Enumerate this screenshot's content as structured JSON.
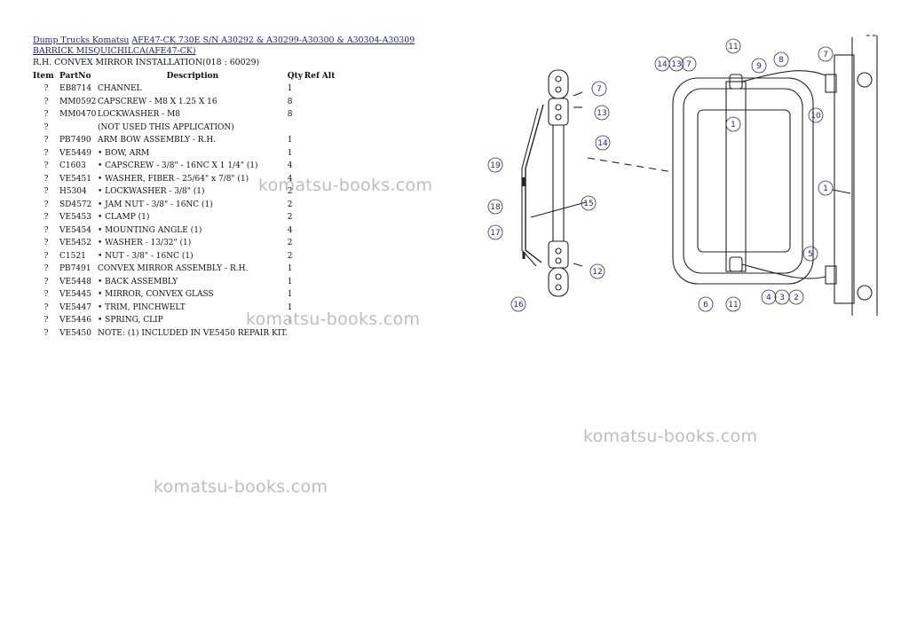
{
  "breadcrumb": {
    "root_link": "Dump Trucks Komatsu",
    "model_link": "AFE47-CK 730E S/N A30292 & A30299-A30300 & A30304-A30309 BARRICK MISQUICHILCA(AFE47-CK)"
  },
  "subtitle": "R.H. CONVEX MIRROR INSTALLATION(018 : 60029)",
  "table": {
    "headers": {
      "item": "Item",
      "part": "PartNo",
      "desc": "Description",
      "qty": "Qty",
      "ref": "Ref",
      "alt": "Alt"
    },
    "rows": [
      {
        "item": "?",
        "part": "EB8714",
        "desc": "CHANNEL",
        "qty": "1"
      },
      {
        "item": "?",
        "part": "MM0592",
        "desc": "CAPSCREW - M8 X 1.25 X 16",
        "qty": "8"
      },
      {
        "item": "?",
        "part": "MM0470",
        "desc": "LOCKWASHER - M8",
        "qty": "8"
      },
      {
        "item": "?",
        "part": "",
        "desc": "(NOT USED THIS APPLICATION)",
        "qty": ""
      },
      {
        "item": "?",
        "part": "PB7490",
        "desc": "ARM BOW ASSEMBLY - R.H.",
        "qty": "1"
      },
      {
        "item": "?",
        "part": "VE5449",
        "desc": "• BOW, ARM",
        "qty": "1"
      },
      {
        "item": "?",
        "part": "C1603",
        "desc": "• CAPSCREW - 3/8\" - 16NC X 1 1/4\" (1)",
        "qty": "4"
      },
      {
        "item": "?",
        "part": "VE5451",
        "desc": "• WASHER, FIBER - 25/64\" x 7/8\" (1)",
        "qty": "4"
      },
      {
        "item": "?",
        "part": "H5304",
        "desc": "• LOCKWASHER - 3/8\" (1)",
        "qty": "2"
      },
      {
        "item": "?",
        "part": "SD4572",
        "desc": "• JAM NUT - 3/8\" - 16NC (1)",
        "qty": "2"
      },
      {
        "item": "?",
        "part": "VE5453",
        "desc": "• CLAMP (1)",
        "qty": "2"
      },
      {
        "item": "?",
        "part": "VE5454",
        "desc": "• MOUNTING ANGLE (1)",
        "qty": "4"
      },
      {
        "item": "?",
        "part": "VE5452",
        "desc": "• WASHER - 13/32\" (1)",
        "qty": "2"
      },
      {
        "item": "?",
        "part": "C1521",
        "desc": "• NUT - 3/8\" - 16NC (1)",
        "qty": "2"
      },
      {
        "item": "?",
        "part": "PB7491",
        "desc": "CONVEX MIRROR ASSEMBLY - R.H.",
        "qty": "1"
      },
      {
        "item": "?",
        "part": "VE5448",
        "desc": "• BACK ASSEMBLY",
        "qty": "1"
      },
      {
        "item": "?",
        "part": "VE5445",
        "desc": "• MIRROR, CONVEX GLASS",
        "qty": "1"
      },
      {
        "item": "?",
        "part": "VE5447",
        "desc": "• TRIM, PINCHWELT",
        "qty": "1"
      },
      {
        "item": "?",
        "part": "VE5446",
        "desc": "• SPRING, CLIP",
        "qty": "1"
      },
      {
        "item": "?",
        "part": "VE5450",
        "desc": "NOTE: (1) INCLUDED IN VE5450 REPAIR KIT.",
        "qty": ""
      }
    ]
  },
  "watermarks": [
    "komatsu-books.com",
    "komatsu-books.com",
    "komatsu-books.com",
    "komatsu-books.com"
  ],
  "callouts": [
    "11",
    "14",
    "13",
    "7",
    "9",
    "8",
    "7",
    "1",
    "10",
    "7",
    "13",
    "14",
    "19",
    "18",
    "15",
    "17",
    "12",
    "16",
    "1",
    "5",
    "6",
    "11",
    "4",
    "3",
    "2"
  ],
  "colors": {
    "link": "#1a1aa6",
    "callout": "#1c1ca0",
    "watermark": "#bdbdbd"
  }
}
